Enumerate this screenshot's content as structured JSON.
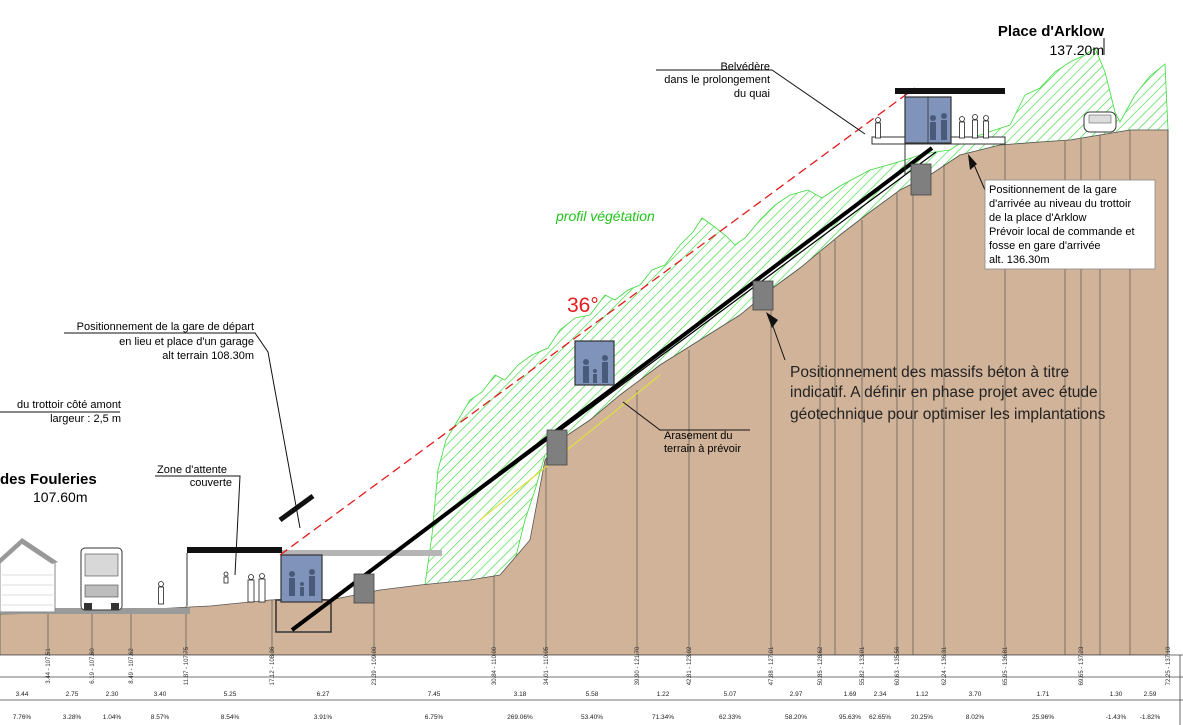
{
  "stations": {
    "top": {
      "name": "Place d'Arklow",
      "altitude": "137.20m"
    },
    "bottom": {
      "name": "des Fouleries",
      "altitude": "107.60m"
    }
  },
  "annotations": {
    "belvedere": [
      "Belvédère",
      "dans le prolongement",
      "du quai"
    ],
    "gare_arrivee": [
      "Positionnement de la gare",
      "d'arrivée au niveau du trottoir",
      "de la place d'Arklow",
      "Prévoir local de commande et",
      "fosse en gare d'arrivée",
      "alt. 136.30m"
    ],
    "gare_depart": [
      "Positionnement de la gare de départ",
      "en lieu et place d'un garage",
      "alt terrain 108.30m"
    ],
    "trottoir": [
      "du trottoir côté amont",
      "largeur : 2,5 m"
    ],
    "zone_attente": [
      "Zone d'attente",
      "couverte"
    ],
    "massifs": [
      "Positionnement des massifs béton à titre",
      "indicatif. A définir en phase projet avec étude",
      "géotechnique pour optimiser les implantations"
    ],
    "arasement": [
      "Arasement du",
      "terrain à prévoir"
    ],
    "vegetation": "profil  végétation",
    "angle": "36°"
  },
  "profile": {
    "row1": [
      "3.44 - 107.51",
      "6.19 - 107.60",
      "8.49 - 107.62",
      "11.87 - 107.75",
      "17.12 - 108.36",
      "23.39 - 109.00",
      "30.84 - 110.00",
      "34.01 - 110.05",
      "39.90 - 121.70",
      "42.81 - 123.02",
      "47.88 - 127.01",
      "50.85 - 128.62",
      "55.82 - 133.01",
      "60.63 - 135.56",
      "62.24 - 136.31",
      "65.95 - 136.81",
      "69.65 - 137.23",
      "72.25 - 137.10"
    ],
    "row2": [
      "3.44",
      "2.75",
      "2.30",
      "3.40",
      "5.25",
      "6.27",
      "7.45",
      "3.18",
      "5.58",
      "1.22",
      "5.07",
      "2.97",
      "1.69",
      "2.34",
      "1.12",
      "3.70",
      "1.71",
      "1.30",
      "2.59"
    ],
    "row3": [
      "7.76%",
      "3.28%",
      "1.04%",
      "8.57%",
      "8.54%",
      "3.91%",
      "6.75%",
      "269.06%",
      "53.40%",
      "71.34%",
      "62.33%",
      "58.20%",
      "95.63%",
      "62.65%",
      "20.25%",
      "8.02%",
      "25.96%",
      "-1.43%",
      "-1.82%"
    ]
  },
  "colors": {
    "terrain": "#d1b399",
    "vegetation": "#3cd93c",
    "cable": "#000000",
    "dashed_line": "#e41a1c",
    "cabin": "#7f93bb",
    "massif": "#7f7f7f"
  }
}
